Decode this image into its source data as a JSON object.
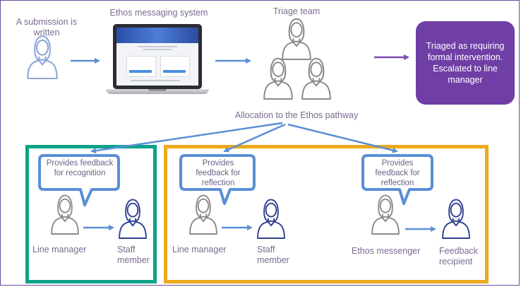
{
  "labels": {
    "submission": "A submission is written",
    "messaging_system": "Ethos messaging system",
    "triage_team": "Triage team",
    "allocation": "Allocation to the Ethos pathway",
    "escalation": "Triaged as requiring formal intervention. Escalated to line manager"
  },
  "pathways": [
    {
      "bubble": "Provides feedback for recognition",
      "giver": "Line manager",
      "receiver": "Staff member"
    },
    {
      "bubble": "Provides feedback for reflection",
      "giver": "Line manager",
      "receiver": "Staff member"
    },
    {
      "bubble": "Provides feedback for reflection",
      "giver": "Ethos messenger",
      "receiver": "Feedback recipient"
    }
  ],
  "colors": {
    "arrow": "#5b8fd6",
    "escalation_arrow": "#7b4fae",
    "escalation_box": "#6f3fa6",
    "recognition_border": "#0aa389",
    "reflection_border": "#eba91b",
    "person_gray": "#8a8a8a",
    "person_blue_outline": "#2c3f8f",
    "submitter_outline": "#8fa6d8"
  },
  "icons": [
    "person-icon",
    "laptop-icon",
    "speech-bubble-icon",
    "arrow-icon"
  ]
}
